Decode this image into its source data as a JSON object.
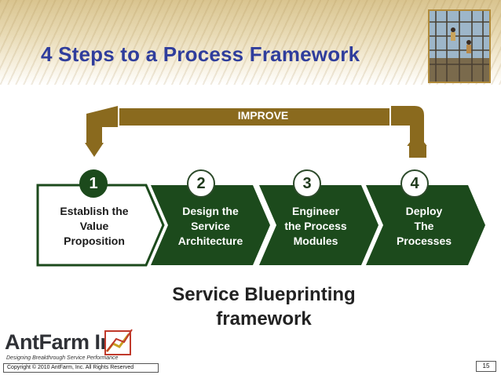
{
  "slide": {
    "title": "4 Steps to a Process Framework",
    "improve_label": "IMPROVE",
    "steps": [
      {
        "number": "1",
        "lines": [
          "Establish the",
          "Value",
          "Proposition"
        ],
        "highlighted": true
      },
      {
        "number": "2",
        "lines": [
          "Design the",
          "Service",
          "Architecture"
        ],
        "highlighted": false
      },
      {
        "number": "3",
        "lines": [
          "Engineer",
          "the Process",
          "Modules"
        ],
        "highlighted": false
      },
      {
        "number": "4",
        "lines": [
          "Deploy",
          "The",
          "Processes"
        ],
        "highlighted": false
      }
    ],
    "subtitle_lines": [
      "Service Blueprinting",
      "framework"
    ]
  },
  "brand": {
    "name": "AntFarm Inc.",
    "tagline": "Designing Breakthrough Service Performance"
  },
  "footer": {
    "copyright": "Copyright © 2010 AntFarm, Inc.  All Rights Reserved",
    "page_number": "15"
  },
  "colors": {
    "title": "#2f3d9c",
    "step_dark": "#1c4a1c",
    "improve_arrow": "#8a6a1e"
  }
}
